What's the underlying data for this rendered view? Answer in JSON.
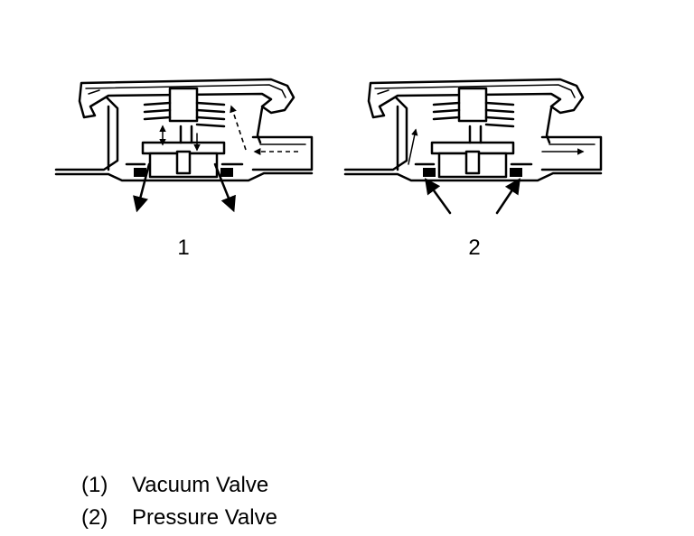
{
  "figures": [
    {
      "id": "1",
      "label": "1"
    },
    {
      "id": "2",
      "label": "2"
    }
  ],
  "legend": [
    {
      "key": "(1)",
      "text": "Vacuum Valve"
    },
    {
      "key": "(2)",
      "text": "Pressure Valve"
    }
  ]
}
